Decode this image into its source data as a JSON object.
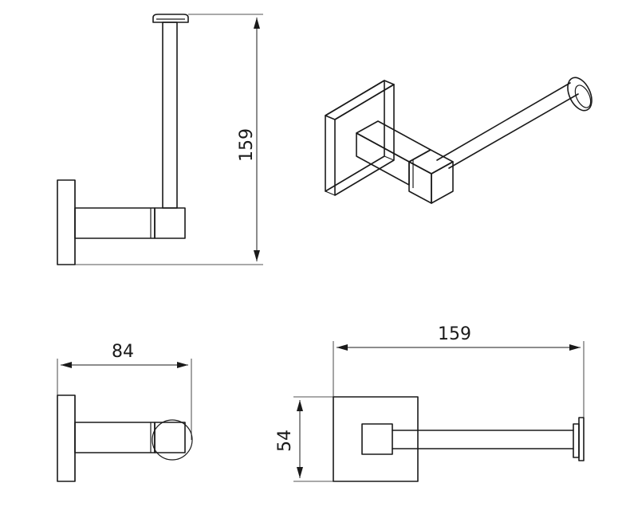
{
  "views": {
    "side_view": {
      "height_dimension": "159"
    },
    "top_view": {
      "depth_dimension": "84"
    },
    "front_view": {
      "width_dimension": "159",
      "plate_dimension": "54"
    }
  }
}
